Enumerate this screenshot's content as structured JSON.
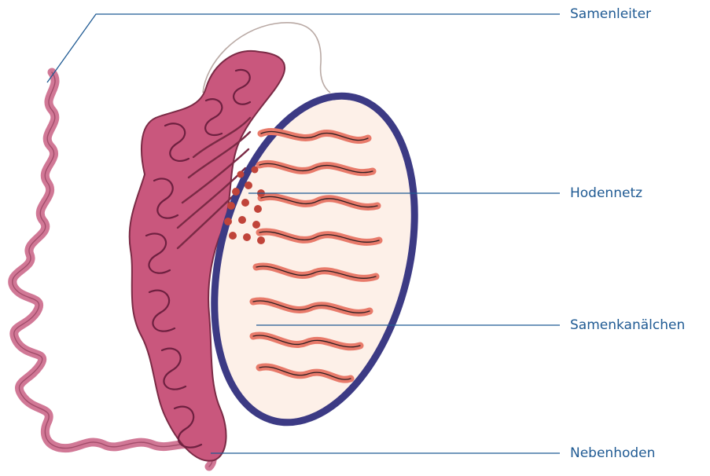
{
  "labels": {
    "samenleiter": "Samenleiter",
    "hodennetz": "Hodennetz",
    "samenkanaelchen": "Samenkanälchen",
    "nebenhoden": "Nebenhoden"
  },
  "colors": {
    "label_text": "#1f5a93",
    "leader_line": "#1f5a93",
    "tunica": "#3c3a84",
    "testis_fill": "#fdf0e8",
    "tubule": "#e87a6a",
    "epididymis": "#c9577d",
    "epididymis_dark": "#7a2a45",
    "vas_deferens": "#d17896"
  }
}
